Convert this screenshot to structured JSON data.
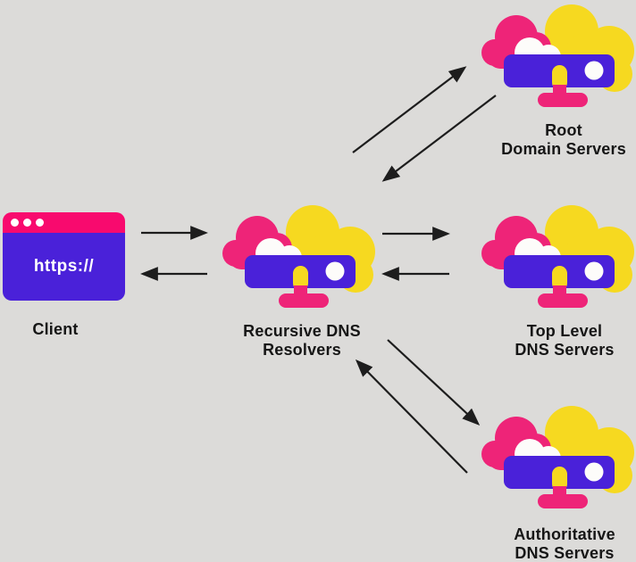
{
  "nodes": {
    "client": {
      "label": "Client",
      "url_text": "https://"
    },
    "recursive": {
      "label_line1": "Recursive DNS",
      "label_line2": "Resolvers"
    },
    "root": {
      "label_line1": "Root",
      "label_line2": "Domain Servers"
    },
    "top_level": {
      "label_line1": "Top Level",
      "label_line2": "DNS Servers"
    },
    "authoritative": {
      "label_line1": "Authoritative",
      "label_line2": "DNS Servers"
    }
  },
  "connections": [
    {
      "from": "Client",
      "to": "Recursive DNS Resolvers"
    },
    {
      "from": "Recursive DNS Resolvers",
      "to": "Client"
    },
    {
      "from": "Recursive DNS Resolvers",
      "to": "Root Domain Servers"
    },
    {
      "from": "Root Domain Servers",
      "to": "Recursive DNS Resolvers"
    },
    {
      "from": "Recursive DNS Resolvers",
      "to": "Top Level DNS Servers"
    },
    {
      "from": "Top Level DNS Servers",
      "to": "Recursive DNS Resolvers"
    },
    {
      "from": "Recursive DNS Resolvers",
      "to": "Authoritative DNS Servers"
    },
    {
      "from": "Authoritative DNS Servers",
      "to": "Recursive DNS Resolvers"
    }
  ],
  "colors": {
    "bg": "#dcdbd9",
    "purple": "#4a21d9",
    "pink": "#ee2478",
    "magenta": "#f80a6e",
    "yellow": "#f6d920",
    "white": "#fdfcfa",
    "arrow": "#1d1d1d",
    "text": "#161616"
  }
}
